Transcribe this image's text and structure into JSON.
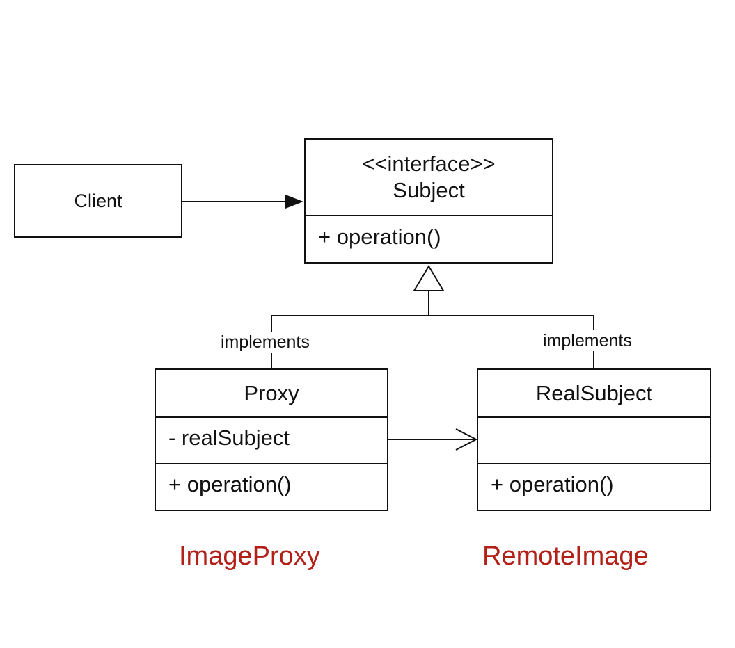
{
  "colors": {
    "line": "#111111",
    "accent": "#b22018",
    "background": "#ffffff"
  },
  "client": {
    "label": "Client"
  },
  "subject": {
    "stereotype": "<<interface>>",
    "name": "Subject",
    "operation": "+ operation()"
  },
  "proxy": {
    "name": "Proxy",
    "attribute": "- realSubject",
    "operation": "+ operation()",
    "implements_label": "implements",
    "example_name": "ImageProxy"
  },
  "real_subject": {
    "name": "RealSubject",
    "operation": "+ operation()",
    "implements_label": "implements",
    "example_name": "RemoteImage"
  }
}
